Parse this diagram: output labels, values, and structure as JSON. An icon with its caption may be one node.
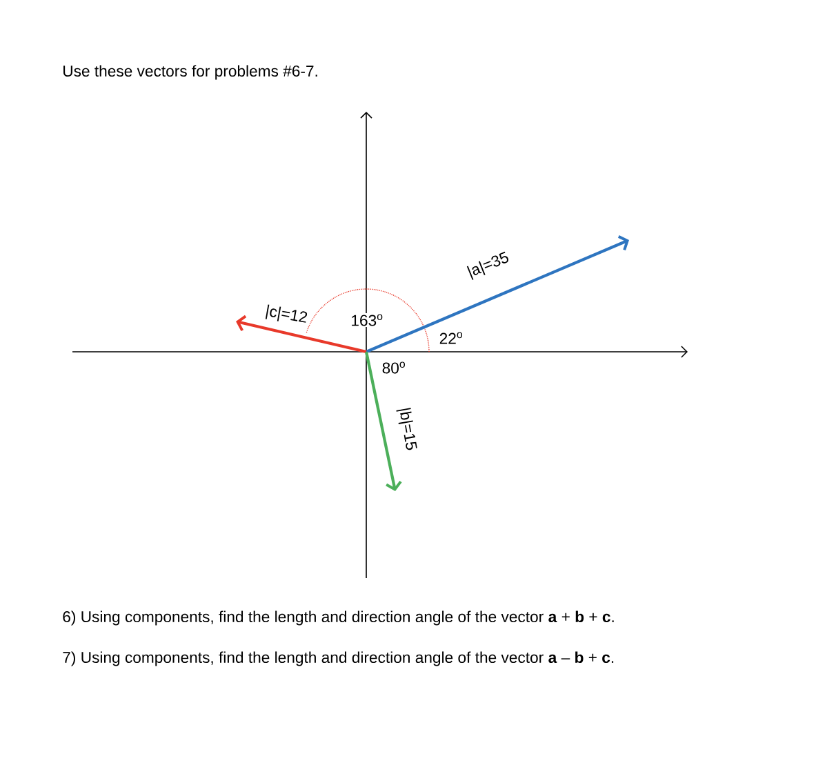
{
  "diagram": {
    "title": "Use these vectors for problems #6-7.",
    "labels": [
      "|a|=35",
      "|c|=12",
      "163$^{o}$",
      "22$^{o}$",
      "80$^{o}$",
      "|b|=15",
      "6) Using components, find the length and direction angle of the vector **a** + **b** + **c**.",
      "7) Using components, find the length and direction angle of the vector **a** – **b** + **c**."
    ]
  }
}
